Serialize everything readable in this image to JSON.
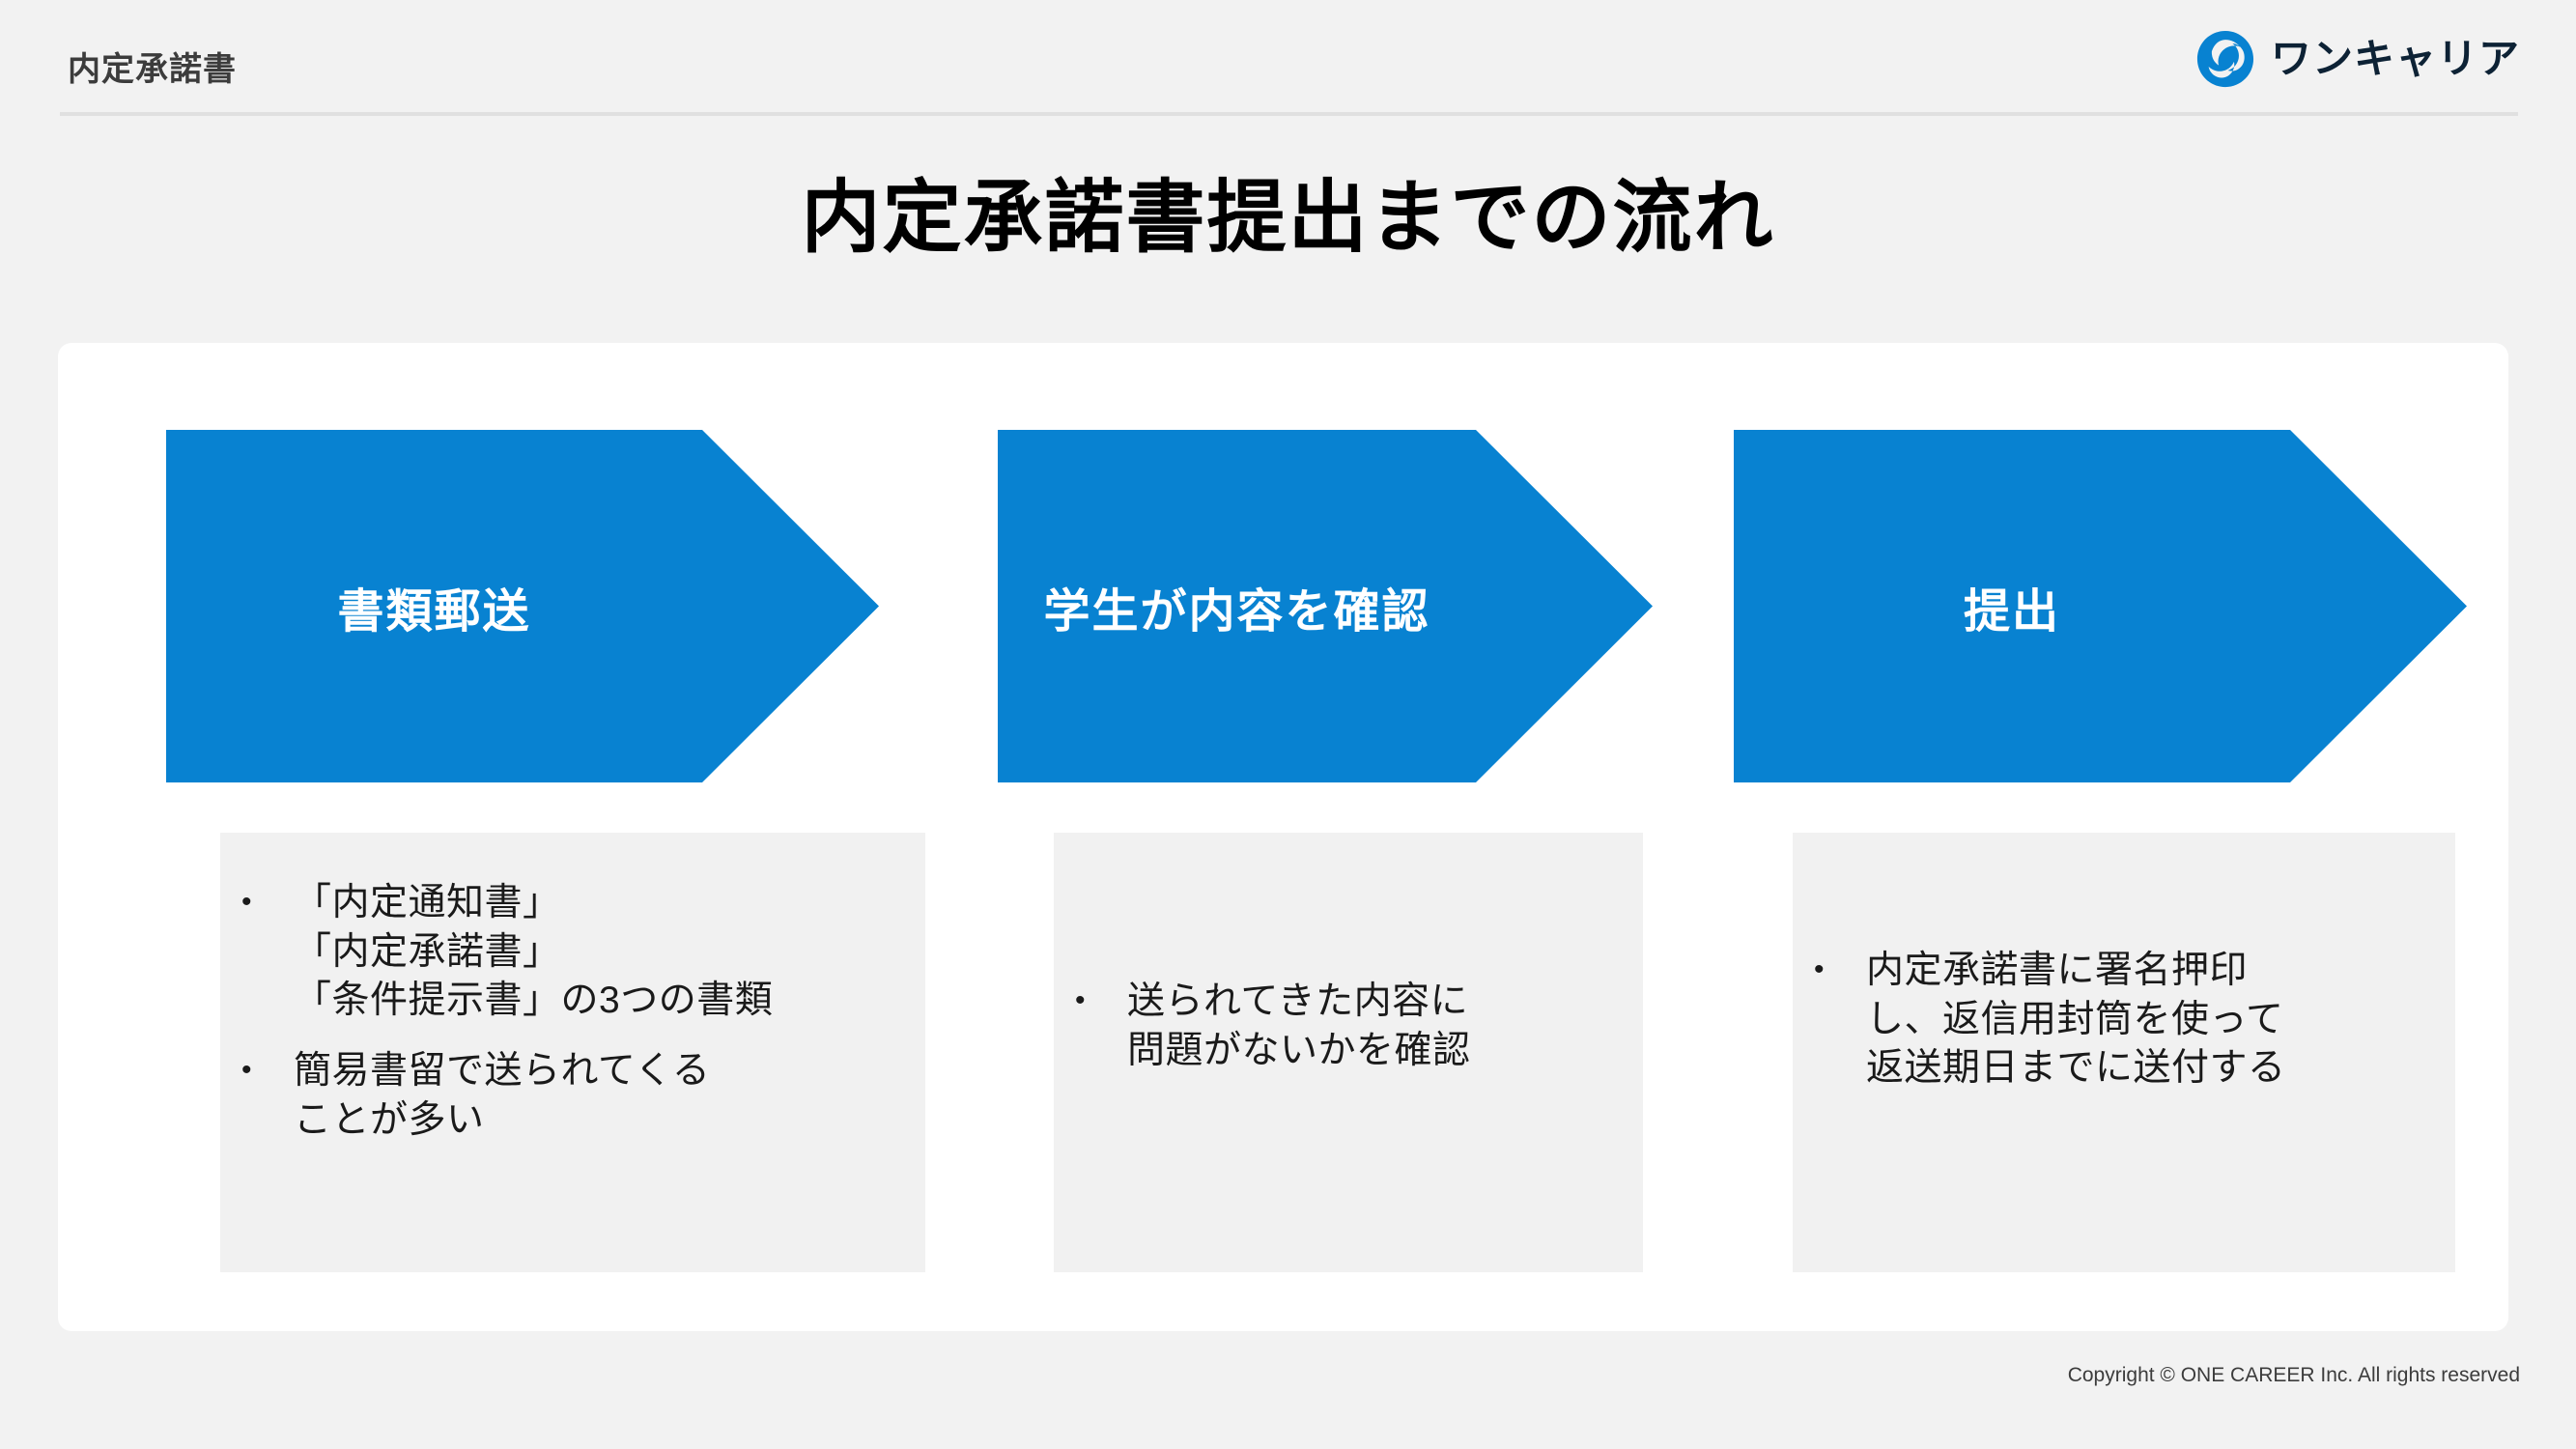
{
  "header": {
    "title": "内定承諾書",
    "brand_name": "ワンキャリア",
    "brand_icon": "one-career-swirl-icon"
  },
  "slide": {
    "title": "内定承諾書提出までの流れ",
    "accent_color": "#0882d1",
    "background_color": "#f2f2f2",
    "card_color": "#ffffff",
    "detail_box_color": "#f1f1f1"
  },
  "steps": [
    {
      "label": "書類郵送",
      "bullets": [
        "「内定通知書」\n「内定承諾書」\n「条件提示書」の3つの書類",
        "簡易書留で送られてくる\nことが多い"
      ]
    },
    {
      "label": "学生が内容を確認",
      "bullets": [
        "送られてきた内容に\n問題がないかを確認"
      ]
    },
    {
      "label": "提出",
      "bullets": [
        "内定承諾書に署名押印\nし、返信用封筒を使って\n返送期日までに送付する"
      ]
    }
  ],
  "footer": {
    "copyright": "Copyright © ONE CAREER Inc. All rights reserved"
  },
  "bullet_glyph": "•"
}
